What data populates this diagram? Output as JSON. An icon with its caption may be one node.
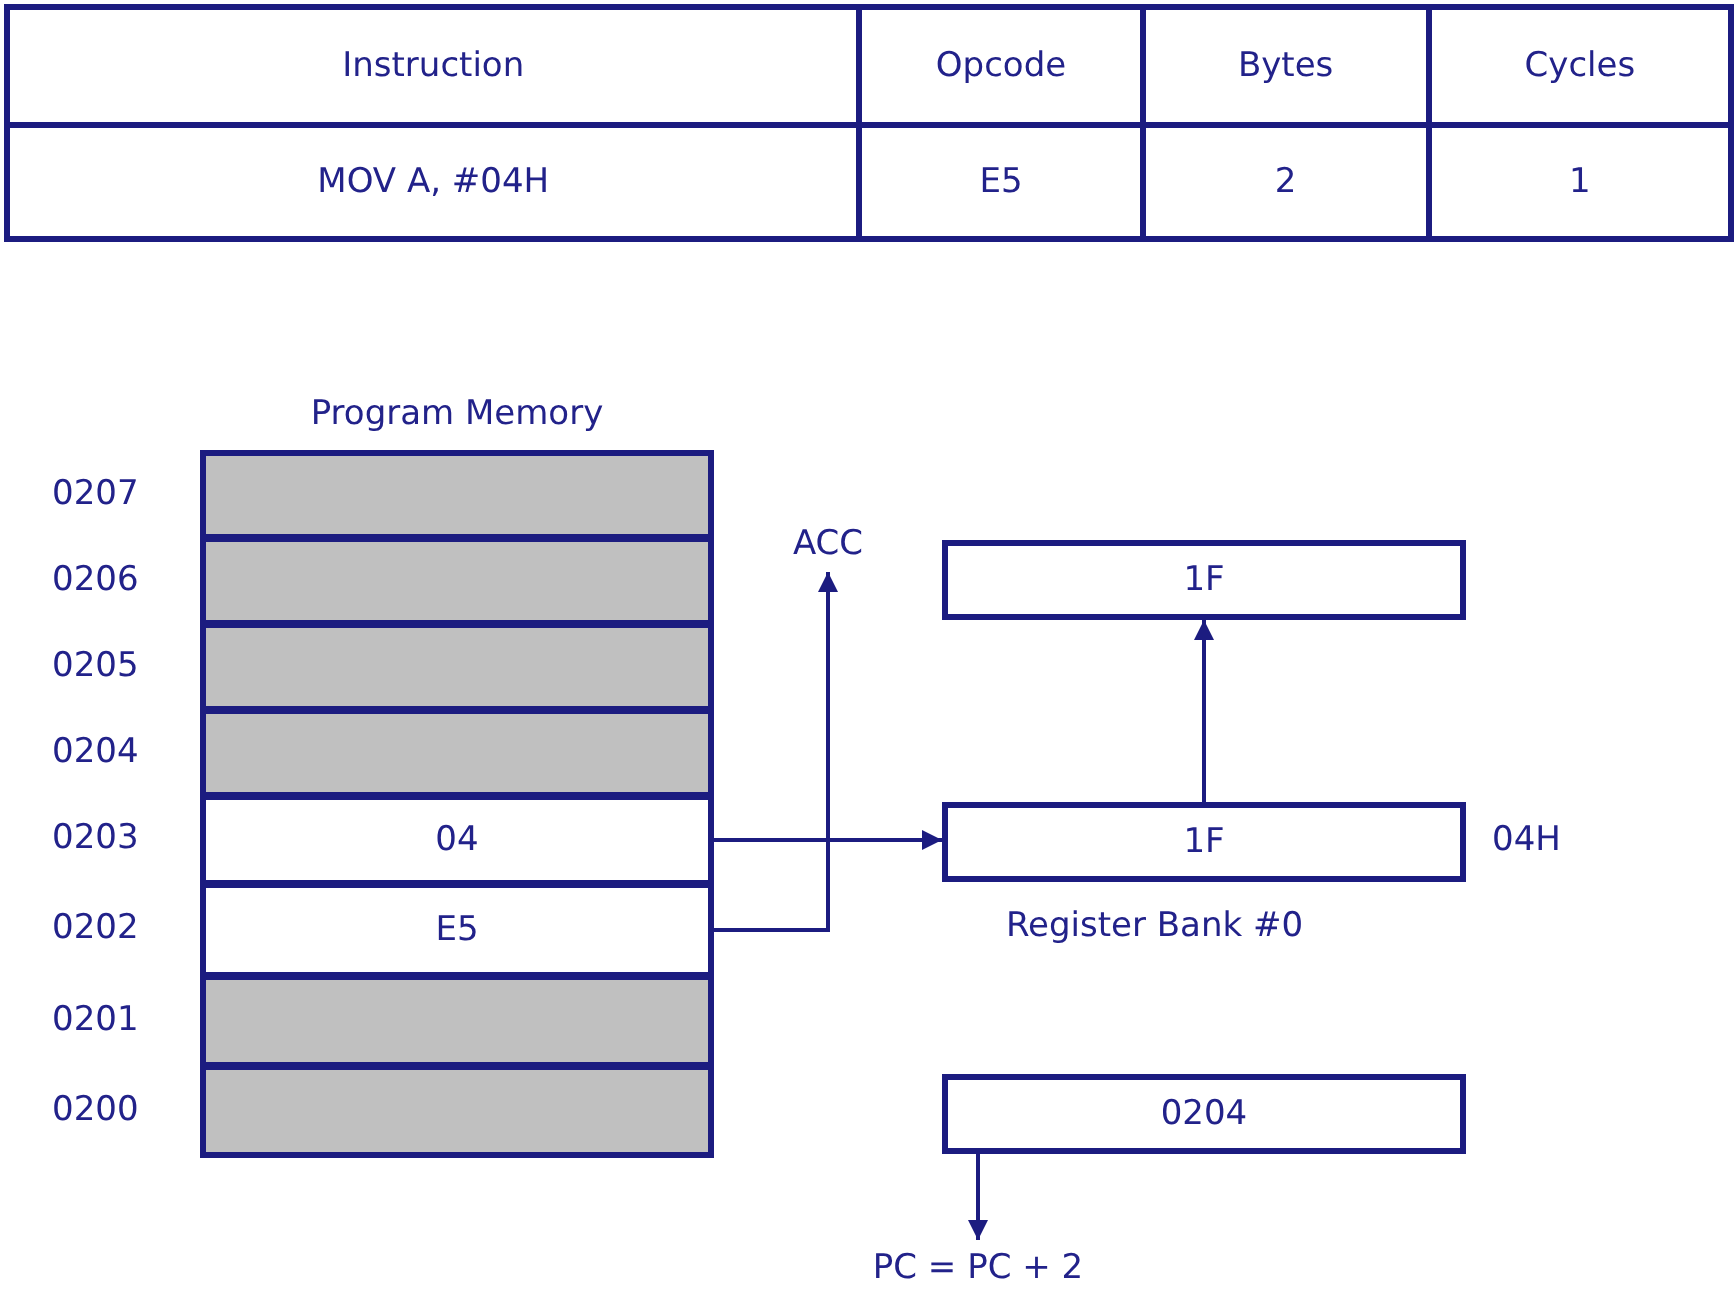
{
  "diagram": {
    "nodes": [
      {
        "text": [
          "Program Memory"
        ]
      },
      {
        "text": [],
        "shape": "box",
        "in": 0,
        "beside": [
          "0207"
        ]
      },
      {
        "text": [],
        "shape": "box",
        "in": 0,
        "beside": [
          "0206"
        ]
      },
      {
        "text": [],
        "shape": "box",
        "in": 0,
        "beside": [
          "0205"
        ]
      },
      {
        "text": [],
        "shape": "box",
        "in": 0,
        "beside": [
          "0204"
        ]
      },
      {
        "text": [
          "04"
        ],
        "in": 0,
        "beside": [
          "0203"
        ]
      },
      {
        "text": [
          "E5"
        ],
        "in": 0,
        "beside": [
          "0202"
        ]
      },
      {
        "text": [],
        "shape": "box",
        "in": 0,
        "beside": [
          "0201"
        ]
      },
      {
        "text": [],
        "shape": "box",
        "in": 0,
        "beside": [
          "0200"
        ]
      },
      {
        "text": [
          "ACC"
        ]
      },
      {
        "text": [
          "1F"
        ]
      },
      {
        "text": [
          "1F"
        ],
        "beside": [
          "04H",
          "Register Bank #0"
        ]
      },
      {
        "text": [
          "0204"
        ]
      },
      {
        "text": [
          "PC = PC + 2"
        ]
      }
    ],
    "edges": [
      {
        "from": 6,
        "to": 9,
        "arrow": "to"
      },
      {
        "from": 5,
        "to": 11,
        "arrow": "to"
      },
      {
        "from": 11,
        "to": 10,
        "arrow": "to"
      },
      {
        "from": 12,
        "to": 13,
        "arrow": "to"
      }
    ],
    "labels": [
      "Instruction",
      "Opcode",
      "Bytes",
      "Cycles",
      "MOV A, #04H",
      "E5",
      "2",
      "1"
    ]
  }
}
